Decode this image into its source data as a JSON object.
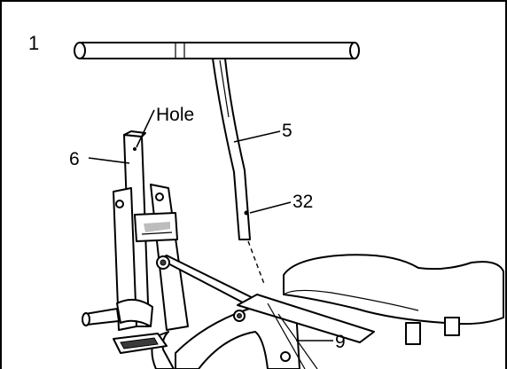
{
  "figure": {
    "step_number": "1",
    "callouts": [
      {
        "key": "hole",
        "text": "Hole"
      },
      {
        "key": "part6",
        "text": "6"
      },
      {
        "key": "part5",
        "text": "5"
      },
      {
        "key": "part32",
        "text": "32"
      },
      {
        "key": "part9",
        "text": "9"
      }
    ]
  }
}
